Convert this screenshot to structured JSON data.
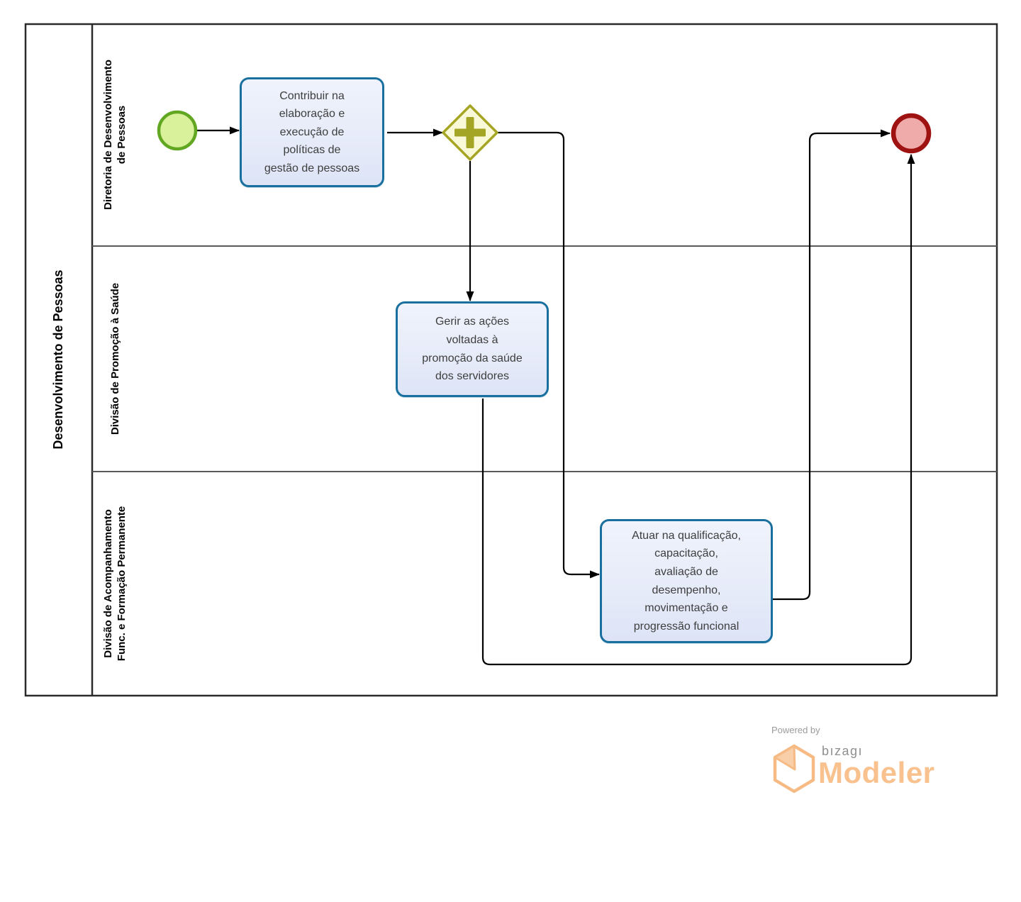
{
  "pool": {
    "title": "Desenvolvimento de Pessoas",
    "lanes": [
      {
        "label": "Diretoria de Desenvolvimento\nde Pessoas"
      },
      {
        "label": "Divisão de Promoção à Saúde"
      },
      {
        "label": "Divisão de Acompanhamento\nFunc. e Formação Permanente"
      }
    ]
  },
  "tasks": [
    {
      "label": "Contribuir na\nelaboração e\nexecução de\npolíticas de\ngestão de pessoas"
    },
    {
      "label": "Gerir as ações\nvoltadas à\npromoção da saúde\ndos servidores"
    },
    {
      "label": "Atuar na qualificação,\ncapacitação,\navaliação de\ndesempenho,\nmovimentação e\nprogressão funcional"
    }
  ],
  "events": {
    "start": {
      "type": "start-event"
    },
    "end": {
      "type": "end-event"
    }
  },
  "gateway": {
    "type": "parallel-gateway",
    "symbol": "+"
  },
  "branding": {
    "powered_by": "Powered by",
    "brand": "bızagı",
    "product": "Modeler"
  },
  "colors": {
    "pool_border": "#2b2b2b",
    "lane_divider": "#595959",
    "flow": "#000000",
    "task_border": "#19709f",
    "task_fill": "#e8edfa",
    "start_stroke": "#62a722",
    "start_fill": "#d9f19b",
    "end_stroke": "#9f1212",
    "end_fill": "#efaaaa",
    "gateway_stroke": "#a5a525",
    "gateway_fill": "#f9f9d8",
    "brand_orange": "#f6ba85",
    "brand_orange_light": "#f8cfa8",
    "brand_gray": "#8f8f8f"
  }
}
